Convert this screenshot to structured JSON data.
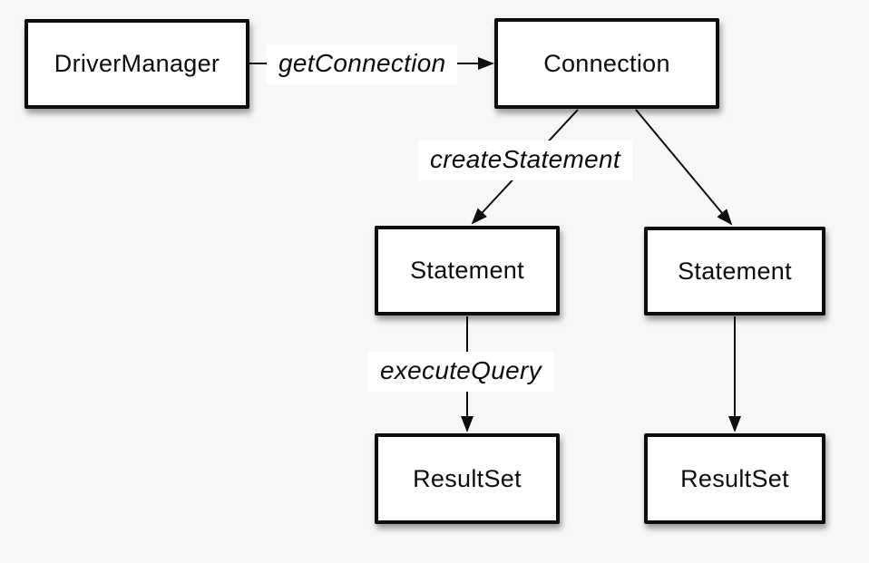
{
  "colors": {
    "background": "#f7f7f7",
    "node_fill": "#ffffff",
    "node_border": "#0d0d0d",
    "text": "#0d0d0d",
    "edge": "#0d0d0d"
  },
  "nodes": {
    "driver_manager": {
      "label": "DriverManager"
    },
    "connection": {
      "label": "Connection"
    },
    "statement_left": {
      "label": "Statement"
    },
    "statement_right": {
      "label": "Statement"
    },
    "resultset_left": {
      "label": "ResultSet"
    },
    "resultset_right": {
      "label": "ResultSet"
    }
  },
  "edges": {
    "get_connection": {
      "label": "getConnection"
    },
    "create_statement": {
      "label": "createStatement"
    },
    "execute_query": {
      "label": "executeQuery"
    }
  }
}
